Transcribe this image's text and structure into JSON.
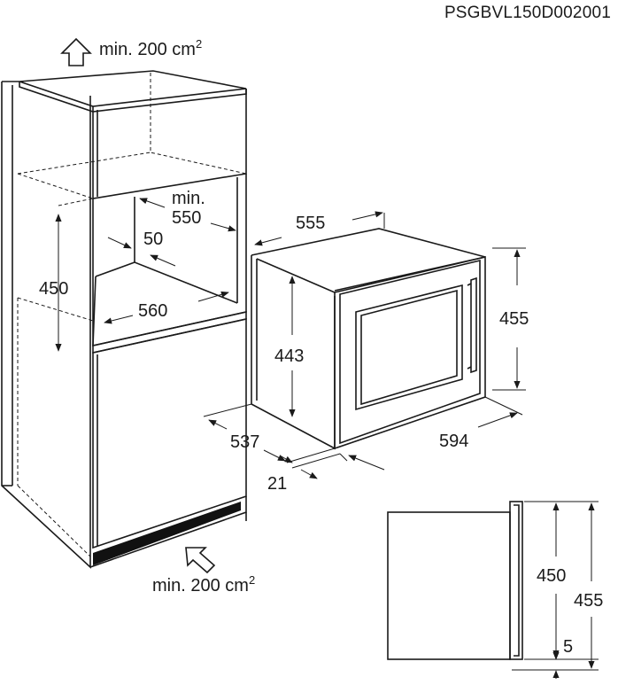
{
  "document_code": "PSGBVL150D002001",
  "ventilation": {
    "top_label": "min. 200 cm",
    "top_sup": "2",
    "bottom_label": "min. 200 cm",
    "bottom_sup": "2"
  },
  "cabinet": {
    "min_label": "min.",
    "depth_min": "550",
    "gap": "50",
    "height": "450",
    "width": "560"
  },
  "appliance": {
    "depth": "555",
    "height_outer": "455",
    "height_body": "443",
    "depth_body": "537",
    "front_thickness": "21",
    "width": "594"
  },
  "side_view": {
    "height_inner": "450",
    "height_outer": "455",
    "offset": "5"
  },
  "icons": [
    "arrow-up-icon",
    "arrow-diagonal-icon"
  ]
}
